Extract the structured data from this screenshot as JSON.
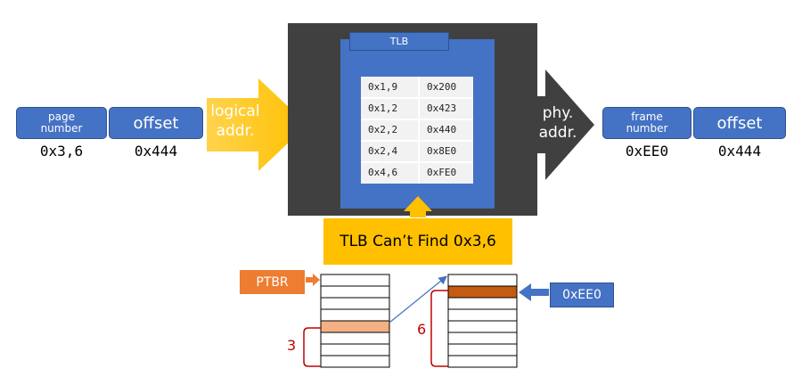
{
  "logical_address": {
    "page_label": "page number",
    "page_label_line1": "page",
    "page_label_line2": "number",
    "offset_label": "offset",
    "page_value": "0x3,6",
    "offset_value": "0x444",
    "arrow_label_line1": "logical",
    "arrow_label_line2": "addr."
  },
  "tlb": {
    "title": "TLB",
    "rows": [
      {
        "key": "0x1,9",
        "value": "0x200"
      },
      {
        "key": "0x1,2",
        "value": "0x423"
      },
      {
        "key": "0x2,2",
        "value": "0x440"
      },
      {
        "key": "0x2,4",
        "value": "0x8E0"
      },
      {
        "key": "0x4,6",
        "value": "0xFE0"
      }
    ],
    "miss_message": "TLB Can’t Find 0x3,6"
  },
  "physical_address": {
    "arrow_label_line1": "phy.",
    "arrow_label_line2": "addr.",
    "frame_label_line1": "frame",
    "frame_label_line2": "number",
    "offset_label": "offset",
    "frame_value": "0xEE0",
    "offset_value": "0x444"
  },
  "page_tables": {
    "ptbr_label": "PTBR",
    "outer_index": "3",
    "inner_index": "6",
    "result_label": "0xEE0"
  },
  "colors": {
    "blue": "#4472C4",
    "dark_gray": "#404040",
    "gold": "#FFC000",
    "orange": "#ED7D31",
    "highlight_light": "#F4B183",
    "highlight_dark": "#C55A11",
    "bracket_red": "#C00000"
  }
}
